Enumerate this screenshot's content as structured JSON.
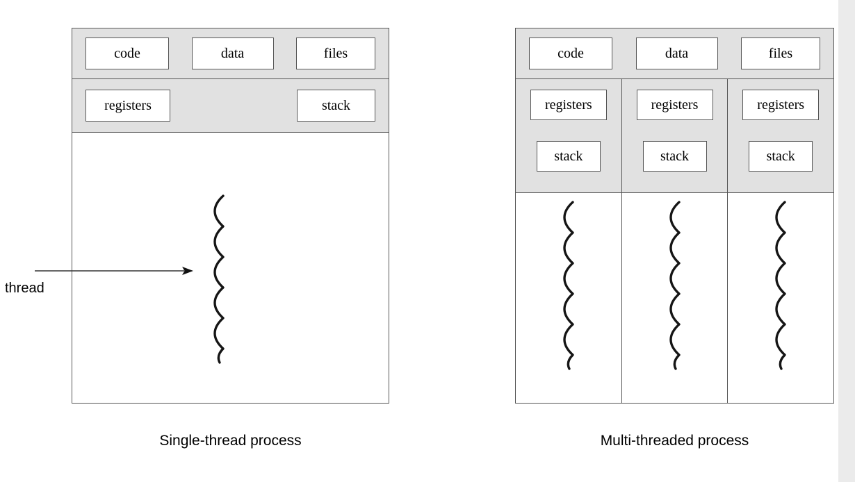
{
  "left_diagram": {
    "caption": "Single-thread process",
    "top_boxes": [
      "code",
      "data",
      "files"
    ],
    "row2_boxes": [
      "registers",
      "stack"
    ],
    "thread_label": "thread"
  },
  "right_diagram": {
    "caption": "Multi-threaded process",
    "top_boxes": [
      "code",
      "data",
      "files"
    ],
    "columns": [
      {
        "boxes": [
          "registers",
          "stack"
        ]
      },
      {
        "boxes": [
          "registers",
          "stack"
        ]
      },
      {
        "boxes": [
          "registers",
          "stack"
        ]
      }
    ]
  },
  "colors": {
    "band_gray": "#e1e1e1",
    "box_border": "#555555",
    "background": "#ffffff",
    "edge_strip": "#ebebeb",
    "ink": "#151515"
  }
}
